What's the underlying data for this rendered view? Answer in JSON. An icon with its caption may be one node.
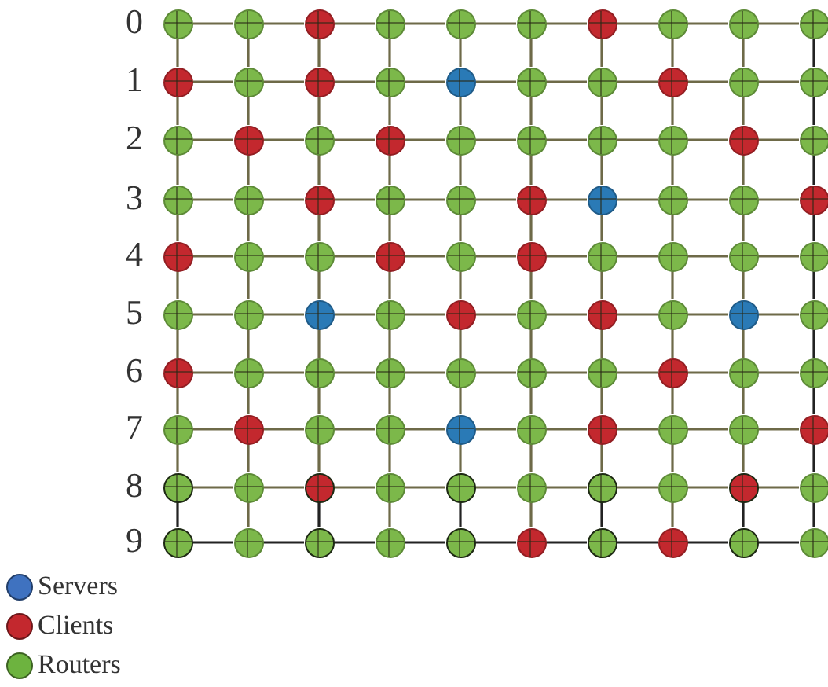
{
  "diagram": {
    "nodes": [
      {
        "text": [],
        "shape": "circle"
      },
      {
        "text": [],
        "shape": "circle"
      },
      {
        "text": [],
        "shape": "circle"
      },
      {
        "text": [],
        "shape": "circle"
      },
      {
        "text": [],
        "shape": "circle"
      },
      {
        "text": [],
        "shape": "circle"
      },
      {
        "text": [],
        "shape": "circle"
      },
      {
        "text": [],
        "shape": "circle"
      },
      {
        "text": [],
        "shape": "circle"
      },
      {
        "text": [],
        "shape": "circle"
      },
      {
        "text": [],
        "shape": "circle"
      },
      {
        "text": [],
        "shape": "circle"
      },
      {
        "text": [],
        "shape": "circle"
      },
      {
        "text": [],
        "shape": "circle"
      },
      {
        "text": [],
        "shape": "circle"
      },
      {
        "text": [],
        "shape": "circle"
      },
      {
        "text": [],
        "shape": "circle"
      },
      {
        "text": [],
        "shape": "circle"
      },
      {
        "text": [],
        "shape": "circle"
      },
      {
        "text": [],
        "shape": "circle"
      },
      {
        "text": [],
        "shape": "circle"
      },
      {
        "text": [],
        "shape": "circle"
      },
      {
        "text": [],
        "shape": "circle"
      },
      {
        "text": [],
        "shape": "circle"
      },
      {
        "text": [],
        "shape": "circle"
      },
      {
        "text": [],
        "shape": "circle"
      },
      {
        "text": [],
        "shape": "circle"
      },
      {
        "text": [],
        "shape": "circle"
      },
      {
        "text": [],
        "shape": "circle"
      },
      {
        "text": [],
        "shape": "circle"
      },
      {
        "text": [],
        "shape": "circle"
      },
      {
        "text": [],
        "shape": "circle"
      },
      {
        "text": [],
        "shape": "circle"
      },
      {
        "text": [],
        "shape": "circle"
      },
      {
        "text": [],
        "shape": "circle"
      },
      {
        "text": [],
        "shape": "circle"
      },
      {
        "text": [],
        "shape": "circle"
      },
      {
        "text": [],
        "shape": "circle"
      },
      {
        "text": [],
        "shape": "circle"
      },
      {
        "text": [],
        "shape": "circle"
      },
      {
        "text": [],
        "shape": "circle"
      },
      {
        "text": [],
        "shape": "circle"
      },
      {
        "text": [],
        "shape": "circle"
      },
      {
        "text": [],
        "shape": "circle"
      },
      {
        "text": [],
        "shape": "circle"
      },
      {
        "text": [],
        "shape": "circle"
      },
      {
        "text": [],
        "shape": "circle"
      },
      {
        "text": [],
        "shape": "circle"
      },
      {
        "text": [],
        "shape": "circle"
      },
      {
        "text": [],
        "shape": "circle"
      },
      {
        "text": [],
        "shape": "circle"
      },
      {
        "text": [],
        "shape": "circle"
      },
      {
        "text": [],
        "shape": "circle"
      },
      {
        "text": [],
        "shape": "circle"
      },
      {
        "text": [],
        "shape": "circle"
      },
      {
        "text": [],
        "shape": "circle"
      },
      {
        "text": [],
        "shape": "circle"
      },
      {
        "text": [],
        "shape": "circle"
      },
      {
        "text": [],
        "shape": "circle"
      },
      {
        "text": [],
        "shape": "circle"
      },
      {
        "text": [],
        "shape": "circle"
      },
      {
        "text": [],
        "shape": "circle"
      },
      {
        "text": [],
        "shape": "circle"
      },
      {
        "text": [],
        "shape": "circle"
      },
      {
        "text": [],
        "shape": "circle"
      },
      {
        "text": [],
        "shape": "circle"
      },
      {
        "text": [],
        "shape": "circle"
      },
      {
        "text": [],
        "shape": "circle"
      },
      {
        "text": [],
        "shape": "circle"
      },
      {
        "text": [],
        "shape": "circle"
      },
      {
        "text": [],
        "shape": "circle"
      },
      {
        "text": [],
        "shape": "circle"
      },
      {
        "text": [],
        "shape": "circle"
      },
      {
        "text": [],
        "shape": "circle"
      },
      {
        "text": [],
        "shape": "circle"
      },
      {
        "text": [],
        "shape": "circle"
      },
      {
        "text": [],
        "shape": "circle"
      },
      {
        "text": [],
        "shape": "circle"
      },
      {
        "text": [],
        "shape": "circle"
      },
      {
        "text": [],
        "shape": "circle"
      },
      {
        "text": [],
        "shape": "circle"
      },
      {
        "text": [],
        "shape": "circle"
      },
      {
        "text": [],
        "shape": "circle"
      },
      {
        "text": [],
        "shape": "circle"
      },
      {
        "text": [],
        "shape": "circle"
      },
      {
        "text": [],
        "shape": "circle"
      },
      {
        "text": [],
        "shape": "circle"
      },
      {
        "text": [],
        "shape": "circle"
      },
      {
        "text": [],
        "shape": "circle"
      },
      {
        "text": [],
        "shape": "circle"
      },
      {
        "text": [],
        "shape": "circle"
      },
      {
        "text": [],
        "shape": "circle"
      },
      {
        "text": [],
        "shape": "circle"
      },
      {
        "text": [],
        "shape": "circle"
      },
      {
        "text": [],
        "shape": "circle"
      },
      {
        "text": [],
        "shape": "circle"
      },
      {
        "text": [],
        "shape": "circle"
      },
      {
        "text": [],
        "shape": "circle"
      },
      {
        "text": [],
        "shape": "circle"
      },
      {
        "text": [],
        "shape": "circle"
      }
    ],
    "edges": [
      {
        "from": 0,
        "to": 1,
        "arrow": "none"
      },
      {
        "from": 1,
        "to": 2,
        "arrow": "none"
      },
      {
        "from": 2,
        "to": 3,
        "arrow": "none"
      },
      {
        "from": 3,
        "to": 4,
        "arrow": "none"
      },
      {
        "from": 4,
        "to": 5,
        "arrow": "none"
      },
      {
        "from": 5,
        "to": 6,
        "arrow": "none"
      },
      {
        "from": 6,
        "to": 7,
        "arrow": "none"
      },
      {
        "from": 7,
        "to": 8,
        "arrow": "none"
      },
      {
        "from": 8,
        "to": 9,
        "arrow": "none"
      },
      {
        "from": 10,
        "to": 11,
        "arrow": "none"
      },
      {
        "from": 11,
        "to": 12,
        "arrow": "none"
      },
      {
        "from": 12,
        "to": 13,
        "arrow": "none"
      },
      {
        "from": 13,
        "to": 14,
        "arrow": "none"
      },
      {
        "from": 14,
        "to": 15,
        "arrow": "none"
      },
      {
        "from": 15,
        "to": 16,
        "arrow": "none"
      },
      {
        "from": 16,
        "to": 17,
        "arrow": "none"
      },
      {
        "from": 17,
        "to": 18,
        "arrow": "none"
      },
      {
        "from": 18,
        "to": 19,
        "arrow": "none"
      },
      {
        "from": 20,
        "to": 21,
        "arrow": "none"
      },
      {
        "from": 21,
        "to": 22,
        "arrow": "none"
      },
      {
        "from": 22,
        "to": 23,
        "arrow": "none"
      },
      {
        "from": 23,
        "to": 24,
        "arrow": "none"
      },
      {
        "from": 24,
        "to": 25,
        "arrow": "none"
      },
      {
        "from": 25,
        "to": 26,
        "arrow": "none"
      },
      {
        "from": 26,
        "to": 27,
        "arrow": "none"
      },
      {
        "from": 27,
        "to": 28,
        "arrow": "none"
      },
      {
        "from": 28,
        "to": 29,
        "arrow": "none"
      },
      {
        "from": 30,
        "to": 31,
        "arrow": "none"
      },
      {
        "from": 31,
        "to": 32,
        "arrow": "none"
      },
      {
        "from": 32,
        "to": 33,
        "arrow": "none"
      },
      {
        "from": 33,
        "to": 34,
        "arrow": "none"
      },
      {
        "from": 34,
        "to": 35,
        "arrow": "none"
      },
      {
        "from": 35,
        "to": 36,
        "arrow": "none"
      },
      {
        "from": 36,
        "to": 37,
        "arrow": "none"
      },
      {
        "from": 37,
        "to": 38,
        "arrow": "none"
      },
      {
        "from": 38,
        "to": 39,
        "arrow": "none"
      },
      {
        "from": 40,
        "to": 41,
        "arrow": "none"
      },
      {
        "from": 41,
        "to": 42,
        "arrow": "none"
      },
      {
        "from": 42,
        "to": 43,
        "arrow": "none"
      },
      {
        "from": 43,
        "to": 44,
        "arrow": "none"
      },
      {
        "from": 44,
        "to": 45,
        "arrow": "none"
      },
      {
        "from": 45,
        "to": 46,
        "arrow": "none"
      },
      {
        "from": 46,
        "to": 47,
        "arrow": "none"
      },
      {
        "from": 47,
        "to": 48,
        "arrow": "none"
      },
      {
        "from": 48,
        "to": 49,
        "arrow": "none"
      },
      {
        "from": 50,
        "to": 51,
        "arrow": "none"
      },
      {
        "from": 51,
        "to": 52,
        "arrow": "none"
      },
      {
        "from": 52,
        "to": 53,
        "arrow": "none"
      },
      {
        "from": 53,
        "to": 54,
        "arrow": "none"
      },
      {
        "from": 54,
        "to": 55,
        "arrow": "none"
      },
      {
        "from": 55,
        "to": 56,
        "arrow": "none"
      },
      {
        "from": 56,
        "to": 57,
        "arrow": "none"
      },
      {
        "from": 57,
        "to": 58,
        "arrow": "none"
      },
      {
        "from": 58,
        "to": 59,
        "arrow": "none"
      },
      {
        "from": 60,
        "to": 61,
        "arrow": "none"
      },
      {
        "from": 61,
        "to": 62,
        "arrow": "none"
      },
      {
        "from": 62,
        "to": 63,
        "arrow": "none"
      },
      {
        "from": 63,
        "to": 64,
        "arrow": "none"
      },
      {
        "from": 64,
        "to": 65,
        "arrow": "none"
      },
      {
        "from": 65,
        "to": 66,
        "arrow": "none"
      },
      {
        "from": 66,
        "to": 67,
        "arrow": "none"
      },
      {
        "from": 67,
        "to": 68,
        "arrow": "none"
      },
      {
        "from": 68,
        "to": 69,
        "arrow": "none"
      },
      {
        "from": 70,
        "to": 71,
        "arrow": "none"
      },
      {
        "from": 71,
        "to": 72,
        "arrow": "none"
      },
      {
        "from": 72,
        "to": 73,
        "arrow": "none"
      },
      {
        "from": 73,
        "to": 74,
        "arrow": "none"
      },
      {
        "from": 74,
        "to": 75,
        "arrow": "none"
      },
      {
        "from": 75,
        "to": 76,
        "arrow": "none"
      },
      {
        "from": 76,
        "to": 77,
        "arrow": "none"
      },
      {
        "from": 77,
        "to": 78,
        "arrow": "none"
      },
      {
        "from": 78,
        "to": 79,
        "arrow": "none"
      },
      {
        "from": 80,
        "to": 81,
        "arrow": "none"
      },
      {
        "from": 81,
        "to": 82,
        "arrow": "none"
      },
      {
        "from": 82,
        "to": 83,
        "arrow": "none"
      },
      {
        "from": 83,
        "to": 84,
        "arrow": "none"
      },
      {
        "from": 84,
        "to": 85,
        "arrow": "none"
      },
      {
        "from": 85,
        "to": 86,
        "arrow": "none"
      },
      {
        "from": 86,
        "to": 87,
        "arrow": "none"
      },
      {
        "from": 87,
        "to": 88,
        "arrow": "none"
      },
      {
        "from": 88,
        "to": 89,
        "arrow": "none"
      },
      {
        "from": 90,
        "to": 91,
        "arrow": "none",
        "color": "#222222"
      },
      {
        "from": 91,
        "to": 92,
        "arrow": "none",
        "color": "#222222"
      },
      {
        "from": 92,
        "to": 93,
        "arrow": "none",
        "color": "#222222"
      },
      {
        "from": 93,
        "to": 94,
        "arrow": "none",
        "color": "#222222"
      },
      {
        "from": 94,
        "to": 95,
        "arrow": "none",
        "color": "#222222"
      },
      {
        "from": 95,
        "to": 96,
        "arrow": "none",
        "color": "#222222"
      },
      {
        "from": 96,
        "to": 97,
        "arrow": "none",
        "color": "#222222"
      },
      {
        "from": 97,
        "to": 98,
        "arrow": "none",
        "color": "#222222"
      },
      {
        "from": 98,
        "to": 99,
        "arrow": "none",
        "color": "#222222"
      },
      {
        "from": 0,
        "to": 10,
        "arrow": "none"
      },
      {
        "from": 1,
        "to": 11,
        "arrow": "none"
      },
      {
        "from": 2,
        "to": 12,
        "arrow": "none"
      },
      {
        "from": 3,
        "to": 13,
        "arrow": "none"
      },
      {
        "from": 4,
        "to": 14,
        "arrow": "none"
      },
      {
        "from": 5,
        "to": 15,
        "arrow": "none"
      },
      {
        "from": 6,
        "to": 16,
        "arrow": "none"
      },
      {
        "from": 7,
        "to": 17,
        "arrow": "none"
      },
      {
        "from": 8,
        "to": 18,
        "arrow": "none"
      },
      {
        "from": 9,
        "to": 19,
        "arrow": "none",
        "color": "#222222"
      },
      {
        "from": 10,
        "to": 20,
        "arrow": "none"
      },
      {
        "from": 11,
        "to": 21,
        "arrow": "none"
      },
      {
        "from": 12,
        "to": 22,
        "arrow": "none"
      },
      {
        "from": 13,
        "to": 23,
        "arrow": "none"
      },
      {
        "from": 14,
        "to": 24,
        "arrow": "none"
      },
      {
        "from": 15,
        "to": 25,
        "arrow": "none"
      },
      {
        "from": 16,
        "to": 26,
        "arrow": "none"
      },
      {
        "from": 17,
        "to": 27,
        "arrow": "none"
      },
      {
        "from": 18,
        "to": 28,
        "arrow": "none"
      },
      {
        "from": 19,
        "to": 29,
        "arrow": "none",
        "color": "#222222"
      },
      {
        "from": 20,
        "to": 30,
        "arrow": "none"
      },
      {
        "from": 21,
        "to": 31,
        "arrow": "none"
      },
      {
        "from": 22,
        "to": 32,
        "arrow": "none"
      },
      {
        "from": 23,
        "to": 33,
        "arrow": "none"
      },
      {
        "from": 24,
        "to": 34,
        "arrow": "none"
      },
      {
        "from": 25,
        "to": 35,
        "arrow": "none"
      },
      {
        "from": 26,
        "to": 36,
        "arrow": "none"
      },
      {
        "from": 27,
        "to": 37,
        "arrow": "none"
      },
      {
        "from": 28,
        "to": 38,
        "arrow": "none"
      },
      {
        "from": 29,
        "to": 39,
        "arrow": "none",
        "color": "#222222"
      },
      {
        "from": 30,
        "to": 40,
        "arrow": "none"
      },
      {
        "from": 31,
        "to": 41,
        "arrow": "none"
      },
      {
        "from": 32,
        "to": 42,
        "arrow": "none"
      },
      {
        "from": 33,
        "to": 43,
        "arrow": "none"
      },
      {
        "from": 34,
        "to": 44,
        "arrow": "none"
      },
      {
        "from": 35,
        "to": 45,
        "arrow": "none"
      },
      {
        "from": 36,
        "to": 46,
        "arrow": "none"
      },
      {
        "from": 37,
        "to": 47,
        "arrow": "none"
      },
      {
        "from": 38,
        "to": 48,
        "arrow": "none"
      },
      {
        "from": 39,
        "to": 49,
        "arrow": "none",
        "color": "#222222"
      },
      {
        "from": 40,
        "to": 50,
        "arrow": "none"
      },
      {
        "from": 41,
        "to": 51,
        "arrow": "none"
      },
      {
        "from": 42,
        "to": 52,
        "arrow": "none"
      },
      {
        "from": 43,
        "to": 53,
        "arrow": "none"
      },
      {
        "from": 44,
        "to": 54,
        "arrow": "none"
      },
      {
        "from": 45,
        "to": 55,
        "arrow": "none"
      },
      {
        "from": 46,
        "to": 56,
        "arrow": "none"
      },
      {
        "from": 47,
        "to": 57,
        "arrow": "none"
      },
      {
        "from": 48,
        "to": 58,
        "arrow": "none"
      },
      {
        "from": 49,
        "to": 59,
        "arrow": "none",
        "color": "#222222"
      },
      {
        "from": 50,
        "to": 60,
        "arrow": "none"
      },
      {
        "from": 51,
        "to": 61,
        "arrow": "none"
      },
      {
        "from": 52,
        "to": 62,
        "arrow": "none"
      },
      {
        "from": 53,
        "to": 63,
        "arrow": "none"
      },
      {
        "from": 54,
        "to": 64,
        "arrow": "none"
      },
      {
        "from": 55,
        "to": 65,
        "arrow": "none"
      },
      {
        "from": 56,
        "to": 66,
        "arrow": "none"
      },
      {
        "from": 57,
        "to": 67,
        "arrow": "none"
      },
      {
        "from": 58,
        "to": 68,
        "arrow": "none"
      },
      {
        "from": 59,
        "to": 69,
        "arrow": "none",
        "color": "#222222"
      },
      {
        "from": 60,
        "to": 70,
        "arrow": "none"
      },
      {
        "from": 61,
        "to": 71,
        "arrow": "none"
      },
      {
        "from": 62,
        "to": 72,
        "arrow": "none"
      },
      {
        "from": 63,
        "to": 73,
        "arrow": "none"
      },
      {
        "from": 64,
        "to": 74,
        "arrow": "none"
      },
      {
        "from": 65,
        "to": 75,
        "arrow": "none"
      },
      {
        "from": 66,
        "to": 76,
        "arrow": "none"
      },
      {
        "from": 67,
        "to": 77,
        "arrow": "none"
      },
      {
        "from": 68,
        "to": 78,
        "arrow": "none"
      },
      {
        "from": 69,
        "to": 79,
        "arrow": "none",
        "color": "#222222"
      },
      {
        "from": 70,
        "to": 80,
        "arrow": "none"
      },
      {
        "from": 71,
        "to": 81,
        "arrow": "none"
      },
      {
        "from": 72,
        "to": 82,
        "arrow": "none"
      },
      {
        "from": 73,
        "to": 83,
        "arrow": "none"
      },
      {
        "from": 74,
        "to": 84,
        "arrow": "none"
      },
      {
        "from": 75,
        "to": 85,
        "arrow": "none"
      },
      {
        "from": 76,
        "to": 86,
        "arrow": "none"
      },
      {
        "from": 77,
        "to": 87,
        "arrow": "none"
      },
      {
        "from": 78,
        "to": 88,
        "arrow": "none"
      },
      {
        "from": 79,
        "to": 89,
        "arrow": "none",
        "color": "#222222"
      },
      {
        "from": 80,
        "to": 90,
        "arrow": "none",
        "color": "#222222"
      },
      {
        "from": 81,
        "to": 91,
        "arrow": "none"
      },
      {
        "from": 82,
        "to": 92,
        "arrow": "none",
        "color": "#222222"
      },
      {
        "from": 83,
        "to": 93,
        "arrow": "none"
      },
      {
        "from": 84,
        "to": 94,
        "arrow": "none",
        "color": "#222222"
      },
      {
        "from": 85,
        "to": 95,
        "arrow": "none"
      },
      {
        "from": 86,
        "to": 96,
        "arrow": "none",
        "color": "#222222"
      },
      {
        "from": 87,
        "to": 97,
        "arrow": "none"
      },
      {
        "from": 88,
        "to": 98,
        "arrow": "none",
        "color": "#222222"
      },
      {
        "from": 89,
        "to": 99,
        "arrow": "none",
        "color": "#222222"
      }
    ],
    "labels": [
      "0",
      "1",
      "2",
      "3",
      "4",
      "5",
      "6",
      "7",
      "8",
      "9"
    ],
    "legend": [
      {
        "text": "Servers",
        "color": "#3f72c0"
      },
      {
        "text": "Clients",
        "color": "#c3282e"
      },
      {
        "text": "Routers",
        "color": "#6db33f"
      }
    ]
  }
}
